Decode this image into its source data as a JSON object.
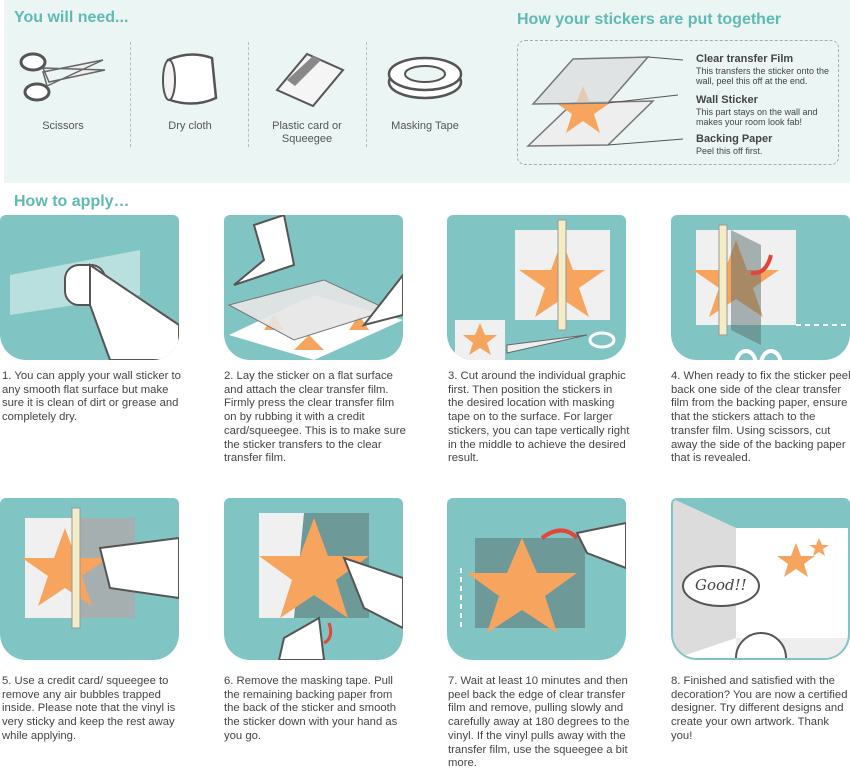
{
  "needs": {
    "title": "You will need...",
    "items": [
      {
        "label": "Scissors"
      },
      {
        "label": "Dry cloth"
      },
      {
        "label": "Plastic card or Squeegee"
      },
      {
        "label": "Masking Tape"
      }
    ]
  },
  "layers": {
    "title": "How your stickers are put together",
    "items": [
      {
        "name": "Clear transfer Film",
        "desc": "This transfers the sticker onto the wall, peel this off at the end."
      },
      {
        "name": "Wall Sticker",
        "desc": "This part stays on the wall and makes your room look fab!"
      },
      {
        "name": "Backing Paper",
        "desc": "Peel this off first."
      }
    ]
  },
  "apply": {
    "title": "How to apply…",
    "steps": [
      "1. You can apply your wall sticker to any smooth flat surface but make sure it is clean of dirt or grease and completely dry.",
      "2. Lay the sticker on a flat surface and attach the clear transfer film. Firmly press the clear transfer film on by rubbing it with a credit card/squeegee. This is to make sure the sticker transfers to the clear transfer film.",
      "3. Cut around the individual graphic first. Then position the stickers in the desired location with masking tape on to the surface. For larger stickers, you can tape vertically right in the middle to achieve the desired result.",
      "4. When ready to fix the sticker peel back one side of the clear transfer film from the backing paper, ensure that the stickers attach to the transfer film. Using scissors, cut away the side of the backing paper that is revealed.",
      "5. Use a credit card/ squeegee to remove any air bubbles trapped inside. Please note that the vinyl is very sticky and keep the rest away while applying.",
      "6. Remove the masking tape. Pull the remaining backing paper from the back of the sticker and smooth the sticker down with your hand as you go.",
      "7. Wait at least 10 minutes and then peel back the edge of clear transfer film and remove, pulling slowly and carefully away at 180 degrees to the vinyl. If the vinyl pulls away with the transfer film, use the squeegee a bit more.",
      "8. Finished and satisfied with the decoration? You are now a certified designer. Try different designs and create your own artwork. Thank you!"
    ],
    "speech": "Good!!"
  },
  "colors": {
    "accent": "#5fbab3",
    "panel": "#80c5c4",
    "star": "#f7a55e",
    "arrow": "#e2463a"
  }
}
